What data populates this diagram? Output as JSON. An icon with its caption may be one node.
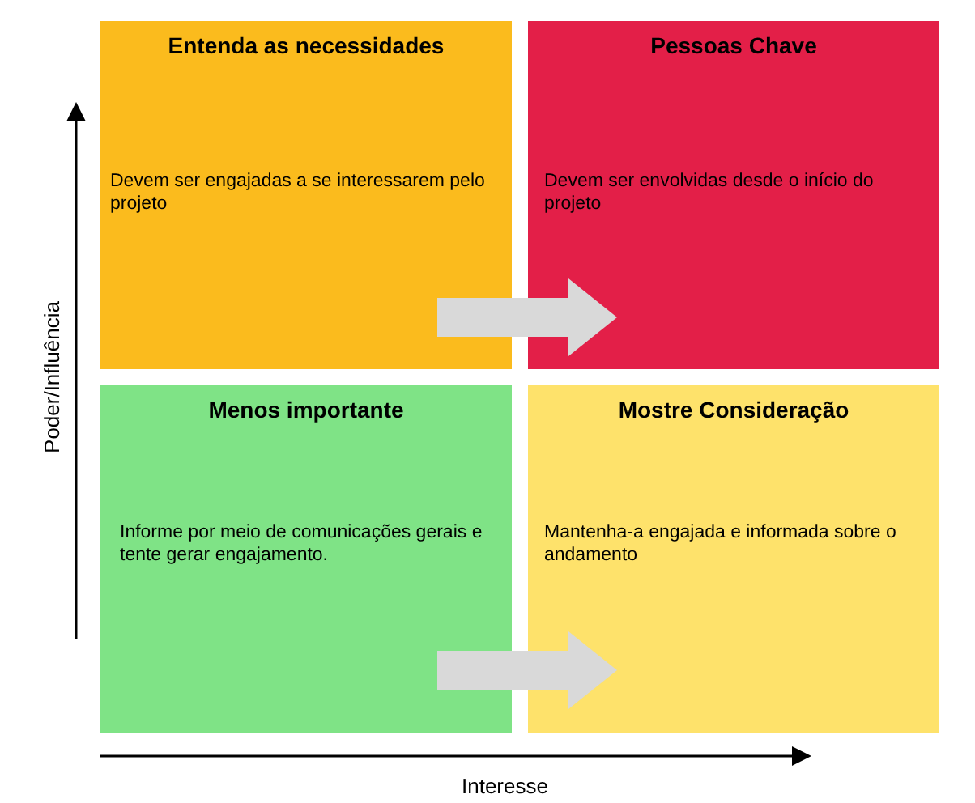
{
  "diagram": {
    "nodes": [
      {
        "text": [
          "Entenda as necessidades",
          "Devem ser engajadas a se interessarem pelo projeto"
        ]
      },
      {
        "text": [
          "Pessoas Chave",
          "Devem ser envolvidas desde o início do projeto"
        ]
      },
      {
        "text": [
          "Menos importante",
          "Informe por meio de comunicações gerais e tente gerar engajamento."
        ]
      },
      {
        "text": [
          "Mostre Consideração",
          "Mantenha-a engajada e informada sobre o andamento"
        ]
      }
    ],
    "edges": [
      {
        "from": 0,
        "to": 1,
        "arrow": "to",
        "style": "thick",
        "color": "#d9d9d9"
      },
      {
        "from": 2,
        "to": 3,
        "arrow": "to",
        "style": "thick",
        "color": "#d9d9d9"
      }
    ],
    "labels": [
      "Poder/Influência",
      "Interesse"
    ]
  }
}
